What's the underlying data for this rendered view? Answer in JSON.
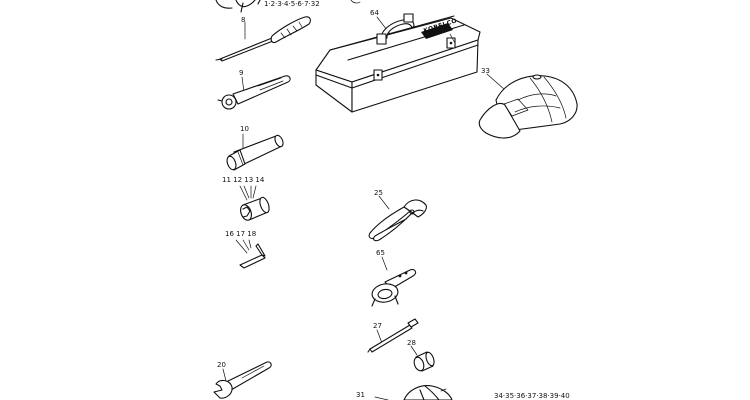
{
  "callouts": {
    "c_1_7_32": "1·2·3·4·5·6·7·32",
    "c_64": "64",
    "c_8": "8",
    "c_33": "33",
    "c_9": "9",
    "c_10": "10",
    "c_11_14": "11 12 13 14",
    "c_25": "25",
    "c_16_18": "16 17 18",
    "c_65": "65",
    "c_27": "27",
    "c_28": "28",
    "c_20": "20",
    "c_31": "31",
    "c_34_40": "34·35·36·37·38·39·40"
  },
  "toolbox_brand": "KOBELCO"
}
